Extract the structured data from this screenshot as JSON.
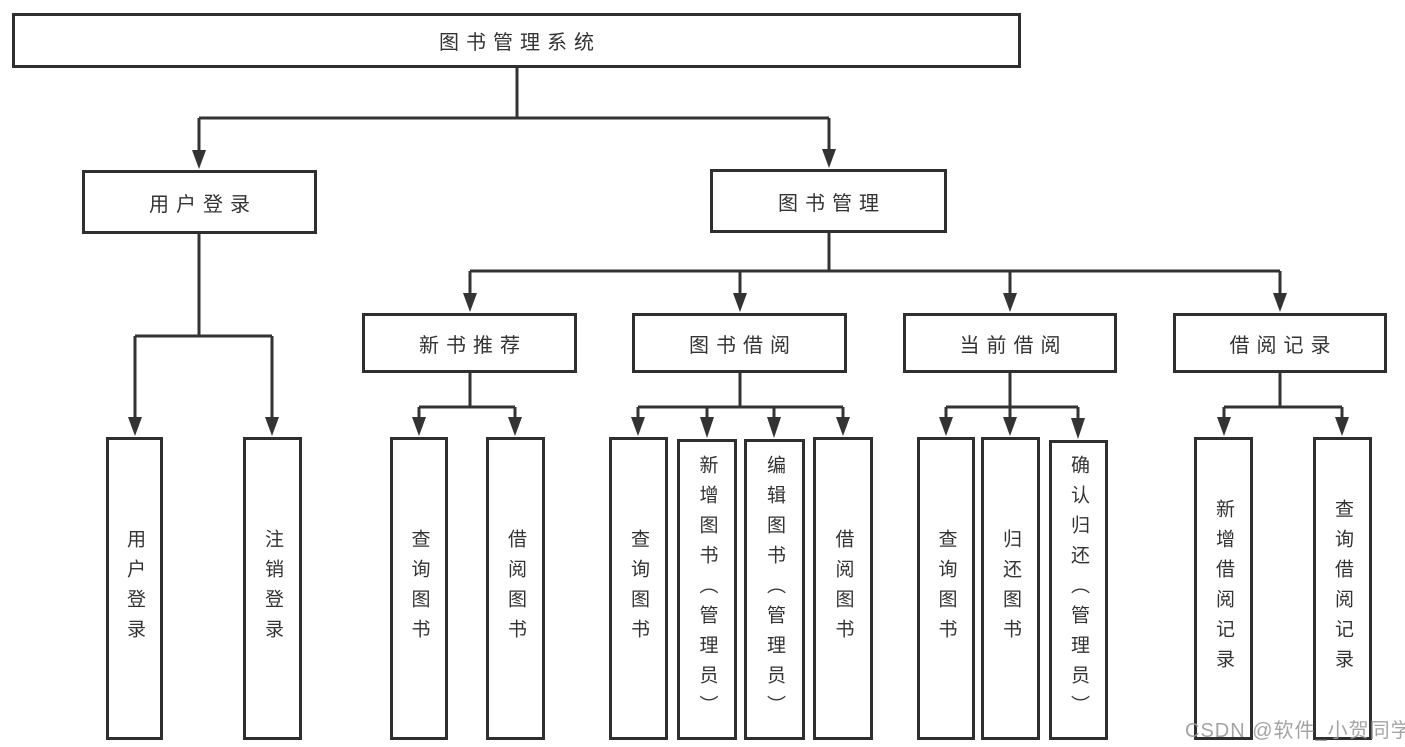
{
  "diagram_title": "图书管理系统",
  "nodes": {
    "root": "图书管理系统",
    "user_login": "用户登录",
    "book_mgmt": "图书管理",
    "new_book": "新书推荐",
    "book_borrow": "图书借阅",
    "current_borrow": "当前借阅",
    "borrow_records": "借阅记录",
    "login": "用户登录",
    "logout": "注销登录",
    "nb_query_books": "查询图书",
    "nb_borrow_books": "借阅图书",
    "bb_query_books": "查询图书",
    "bb_add_books": "新增图书（管理员）",
    "bb_edit_books": "编辑图书（管理员）",
    "bb_borrow_books": "借阅图书",
    "cb_query_books": "查询图书",
    "cb_return_books": "归还图书",
    "cb_confirm_return": "确认归还（管理员）",
    "br_add_record": "新增借阅记录",
    "br_query_record": "查询借阅记录"
  },
  "hierarchy": {
    "图书管理系统": {
      "用户登录": [
        "用户登录",
        "注销登录"
      ],
      "图书管理": {
        "新书推荐": [
          "查询图书",
          "借阅图书"
        ],
        "图书借阅": [
          "查询图书",
          "新增图书（管理员）",
          "编辑图书（管理员）",
          "借阅图书"
        ],
        "当前借阅": [
          "查询图书",
          "归还图书",
          "确认归还（管理员）"
        ],
        "借阅记录": [
          "新增借阅记录",
          "查询借阅记录"
        ]
      }
    }
  },
  "watermark": "CSDN @软件_小贺同学",
  "colors": {
    "line": "#333333",
    "text": "#333333",
    "background": "#ffffff",
    "watermark": "#9b9b9b"
  }
}
